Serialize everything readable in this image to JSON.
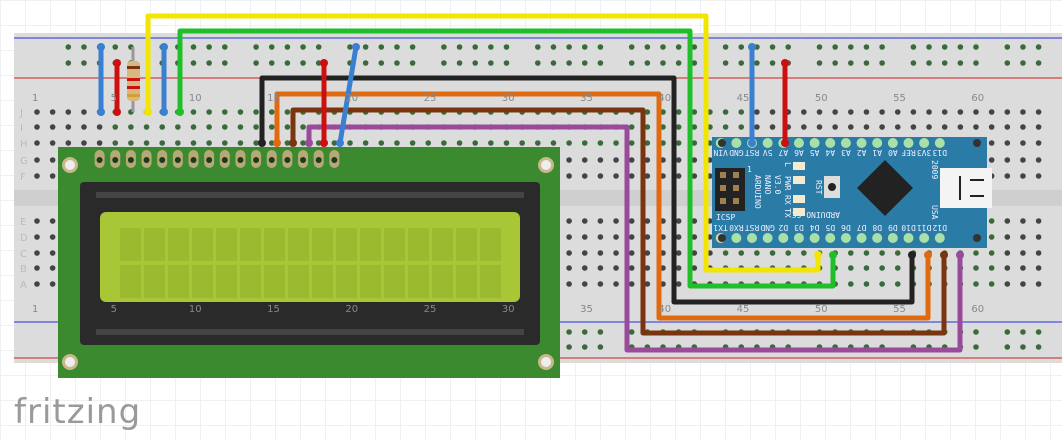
{
  "logo": "fritzing",
  "breadboard": {
    "row_labels_top": [
      "J",
      "I",
      "H",
      "G",
      "F"
    ],
    "row_labels_bottom": [
      "E",
      "D",
      "C",
      "B",
      "A"
    ],
    "column_labels": [
      "1",
      "5",
      "10",
      "15",
      "20",
      "25",
      "30",
      "35",
      "40",
      "45",
      "50",
      "55",
      "60"
    ]
  },
  "arduino": {
    "name_lines": [
      "ARDUINO",
      "NANO",
      "V3.0"
    ],
    "site": "ARDUINO.CC",
    "year": "2009",
    "country": "USA",
    "icsp": "ICSP",
    "icsp_pin1": "1",
    "reset": "RST",
    "leds": [
      "L",
      "PWR",
      "RX",
      "TX"
    ],
    "top_pins": [
      "VIN",
      "GND",
      "RST",
      "5V",
      "A7",
      "A6",
      "A5",
      "A4",
      "A3",
      "A2",
      "A1",
      "A0",
      "REF",
      "3V3",
      "D13"
    ],
    "bottom_pins": [
      "TX1",
      "RX0",
      "RST",
      "GND",
      "D2",
      "D3",
      "D4",
      "D5",
      "D6",
      "D7",
      "D8",
      "D9",
      "D10",
      "D11",
      "D12"
    ]
  },
  "lcd": {
    "pin_count": 16,
    "columns": 16,
    "rows": 2,
    "screen_color": "#a8c636",
    "board_color": "#3b8a30"
  },
  "wire_colors": {
    "yellow": "#f2e600",
    "green": "#1fbf2a",
    "black": "#222222",
    "orange": "#e06a10",
    "brown": "#7a3510",
    "purple": "#9a4a9a",
    "red": "#cc1010",
    "blue": "#3a80d0"
  }
}
